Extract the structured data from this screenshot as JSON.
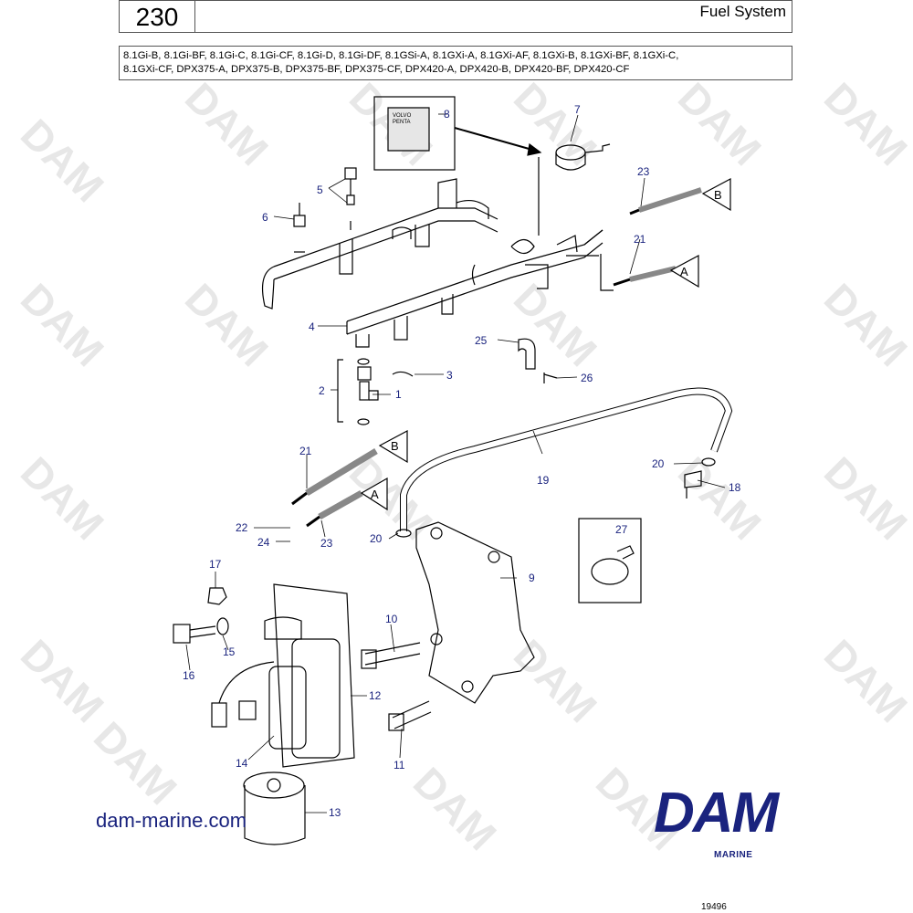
{
  "header": {
    "page_number": "230",
    "section_title": "Fuel System"
  },
  "models": {
    "line1": "8.1Gi-B, 8.1Gi-BF, 8.1Gi-C, 8.1Gi-CF, 8.1Gi-D, 8.1Gi-DF, 8.1GSi-A, 8.1GXi-A, 8.1GXi-AF, 8.1GXi-B, 8.1GXi-BF, 8.1GXi-C,",
    "line2": "8.1GXi-CF, DPX375-A, DPX375-B, DPX375-BF, DPX375-CF, DPX420-A, DPX420-B, DPX420-BF, DPX420-CF"
  },
  "callouts": [
    {
      "id": "c1",
      "label": "1"
    },
    {
      "id": "c2",
      "label": "2"
    },
    {
      "id": "c3",
      "label": "3"
    },
    {
      "id": "c4",
      "label": "4"
    },
    {
      "id": "c5",
      "label": "5"
    },
    {
      "id": "c6",
      "label": "6"
    },
    {
      "id": "c7",
      "label": "7"
    },
    {
      "id": "c8",
      "label": "8"
    },
    {
      "id": "c9",
      "label": "9"
    },
    {
      "id": "c10",
      "label": "10"
    },
    {
      "id": "c11",
      "label": "11"
    },
    {
      "id": "c12",
      "label": "12"
    },
    {
      "id": "c13",
      "label": "13"
    },
    {
      "id": "c14",
      "label": "14"
    },
    {
      "id": "c15",
      "label": "15"
    },
    {
      "id": "c16",
      "label": "16"
    },
    {
      "id": "c17",
      "label": "17"
    },
    {
      "id": "c18",
      "label": "18"
    },
    {
      "id": "c19",
      "label": "19"
    },
    {
      "id": "c20a",
      "label": "20"
    },
    {
      "id": "c20b",
      "label": "20"
    },
    {
      "id": "c21a",
      "label": "21"
    },
    {
      "id": "c21b",
      "label": "21"
    },
    {
      "id": "c22",
      "label": "22"
    },
    {
      "id": "c23a",
      "label": "23"
    },
    {
      "id": "c23b",
      "label": "23"
    },
    {
      "id": "c24",
      "label": "24"
    },
    {
      "id": "c25",
      "label": "25"
    },
    {
      "id": "c26",
      "label": "26"
    },
    {
      "id": "c27",
      "label": "27"
    }
  ],
  "connectors": {
    "a_top": "A",
    "b_top": "B",
    "a_bottom": "A",
    "b_bottom": "B"
  },
  "package_label": {
    "line1": "VOLVO",
    "line2": "PENTA"
  },
  "watermark_text": "DAM",
  "footer": {
    "website": "dam-marine.com",
    "logo": "DAM",
    "logo_sub": "MARINE",
    "figure_id": "19496"
  },
  "colors": {
    "callout": "#1a237e",
    "logo": "#1a237e",
    "line": "#000000"
  }
}
